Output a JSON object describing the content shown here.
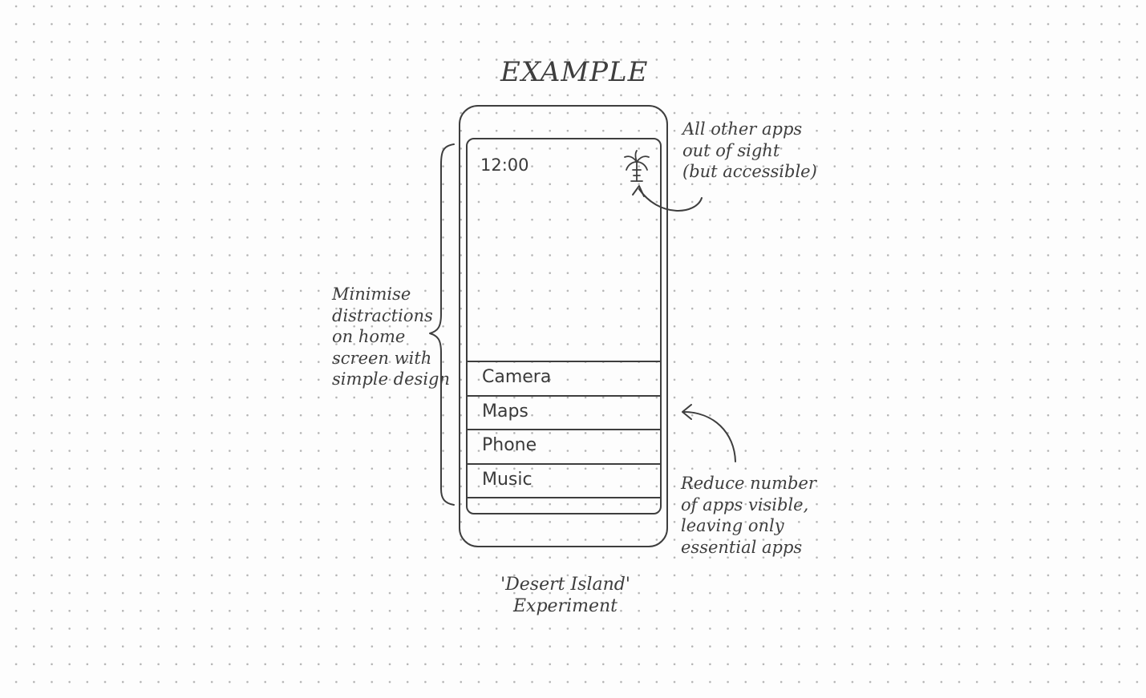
{
  "title": "EXAMPLE",
  "phone": {
    "clock": "12:00",
    "palm_icon": "palm-tree-icon",
    "apps": [
      {
        "label": "Camera"
      },
      {
        "label": "Maps"
      },
      {
        "label": "Phone"
      },
      {
        "label": "Music"
      }
    ]
  },
  "notes": {
    "top_right": [
      "All other apps",
      "out of sight",
      "(but accessible)"
    ],
    "left": [
      "Minimise",
      "distractions",
      "on home",
      "screen with",
      "simple design"
    ],
    "bottom_right": [
      "Reduce number",
      "of apps visible,",
      "leaving only",
      "essential apps"
    ]
  },
  "caption": [
    "'Desert Island'",
    "Experiment"
  ],
  "colors": {
    "ink": "#3e3e3e",
    "paper": "#fdfdfd",
    "dots": "#b4b4b4"
  }
}
